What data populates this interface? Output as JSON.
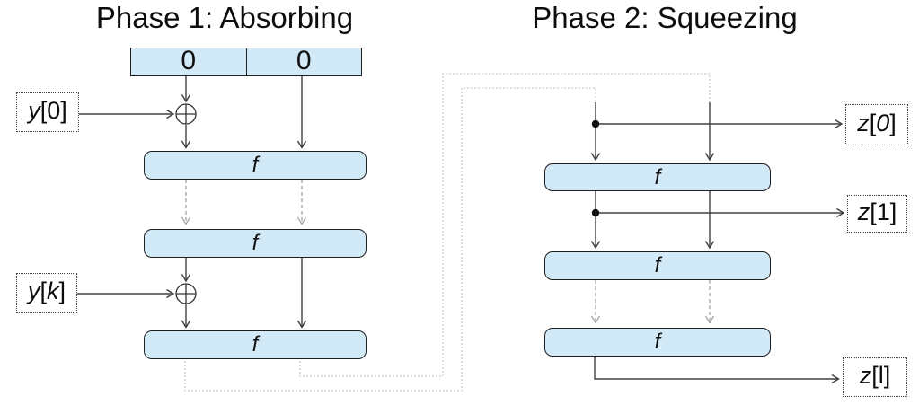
{
  "titles": {
    "phase1": "Phase 1: Absorbing",
    "phase2": "Phase 2: Squeezing"
  },
  "state_register": {
    "cells": [
      "0",
      "0"
    ]
  },
  "phase1": {
    "f_boxes": [
      "f",
      "f",
      "f"
    ]
  },
  "phase2": {
    "f_boxes": [
      "f",
      "f",
      "f"
    ]
  },
  "inputs": {
    "y0": {
      "var": "y",
      "rest": "[0]"
    },
    "yk": {
      "var": "y",
      "open": "[",
      "idx": "k",
      "close": "]"
    }
  },
  "outputs": {
    "z0": {
      "var": "z",
      "open": "[",
      "idx": "0",
      "close": "]"
    },
    "z1": {
      "var": "z",
      "rest": "[1]"
    },
    "zl": {
      "var": "z",
      "rest": "[l]"
    }
  },
  "symbols": {
    "xor": "⊕"
  },
  "colors": {
    "box_fill": "#d2eaf7",
    "box_border": "#1f1f1f",
    "arrow_line": "#404040",
    "dashed_arrow": "#9b9b9b",
    "feedback_loop": "#c9c9c9",
    "background": "#ffffff"
  }
}
